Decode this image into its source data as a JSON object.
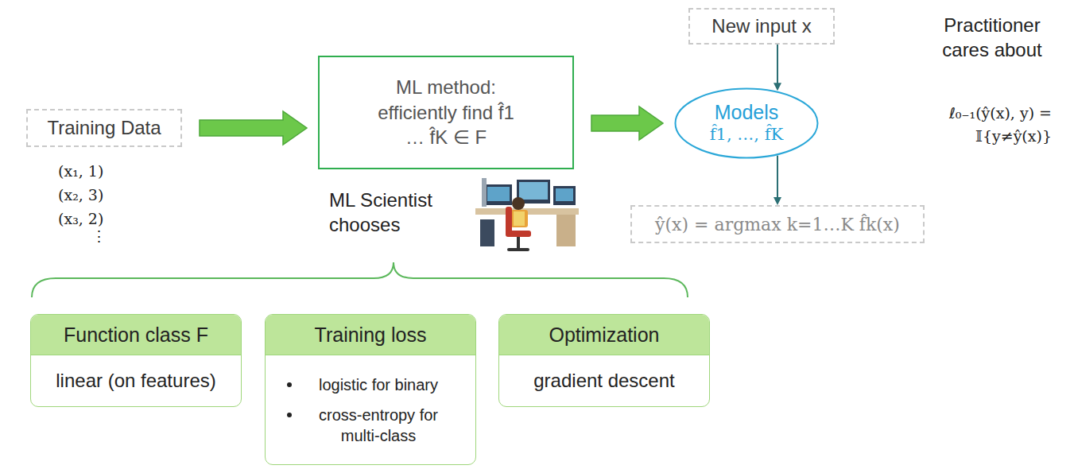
{
  "diagram": {
    "nodes": [
      {
        "text": [
          "Training Data"
        ]
      },
      {
        "text": [
          "ML method: efficiently find f̂1 … f̂K ∈ F"
        ]
      },
      {
        "text": [
          "New input x"
        ]
      },
      {
        "text": [
          "Models",
          "f̂1, …, f̂K"
        ]
      },
      {
        "text": [
          "ŷ(x) = argmax k=1…K f̂k(x)"
        ]
      },
      {
        "text": [
          "Function class F",
          "linear (on features)"
        ]
      },
      {
        "text": [
          "Training loss",
          "logistic for binary",
          "cross-entropy for multi-class"
        ]
      },
      {
        "text": [
          "Optimization",
          "gradient descent"
        ]
      }
    ],
    "edges": [
      {
        "from": 0,
        "to": 1,
        "arrow": "to"
      },
      {
        "from": 1,
        "to": 3,
        "arrow": "to"
      },
      {
        "from": 2,
        "to": 3,
        "arrow": "to"
      },
      {
        "from": 3,
        "to": 4,
        "arrow": "to"
      }
    ],
    "labels": [
      "(x₁, 1)",
      "(x₂, 3)",
      "(x₃, 2)",
      "⋮",
      "ML Scientist chooses",
      "Practitioner cares about",
      "ℓ₀₋₁(ŷ(x), y) = 𝕀{y≠ŷ(x)}"
    ]
  }
}
